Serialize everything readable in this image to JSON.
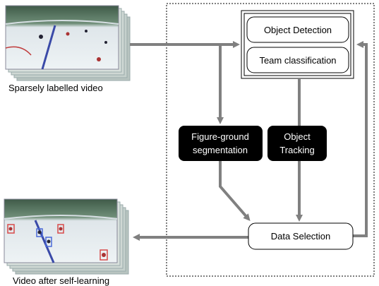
{
  "input_video": {
    "caption": "Sparsely labelled video"
  },
  "output_video": {
    "caption": "Video after self-learning"
  },
  "detector_group": {
    "object_detection": "Object Detection",
    "team_classification": "Team classification"
  },
  "figure_ground": {
    "line1": "Figure-ground",
    "line2": "segmentation"
  },
  "object_tracking": {
    "line1": "Object",
    "line2": "Tracking"
  },
  "data_selection": {
    "label": "Data Selection"
  },
  "colors": {
    "arrow": "#808080",
    "black_box": "#000000",
    "ice": "#e8eef2",
    "crowd": "#5a7a66",
    "red_box": "#d84a4a",
    "blue_box": "#4a6ad8"
  }
}
